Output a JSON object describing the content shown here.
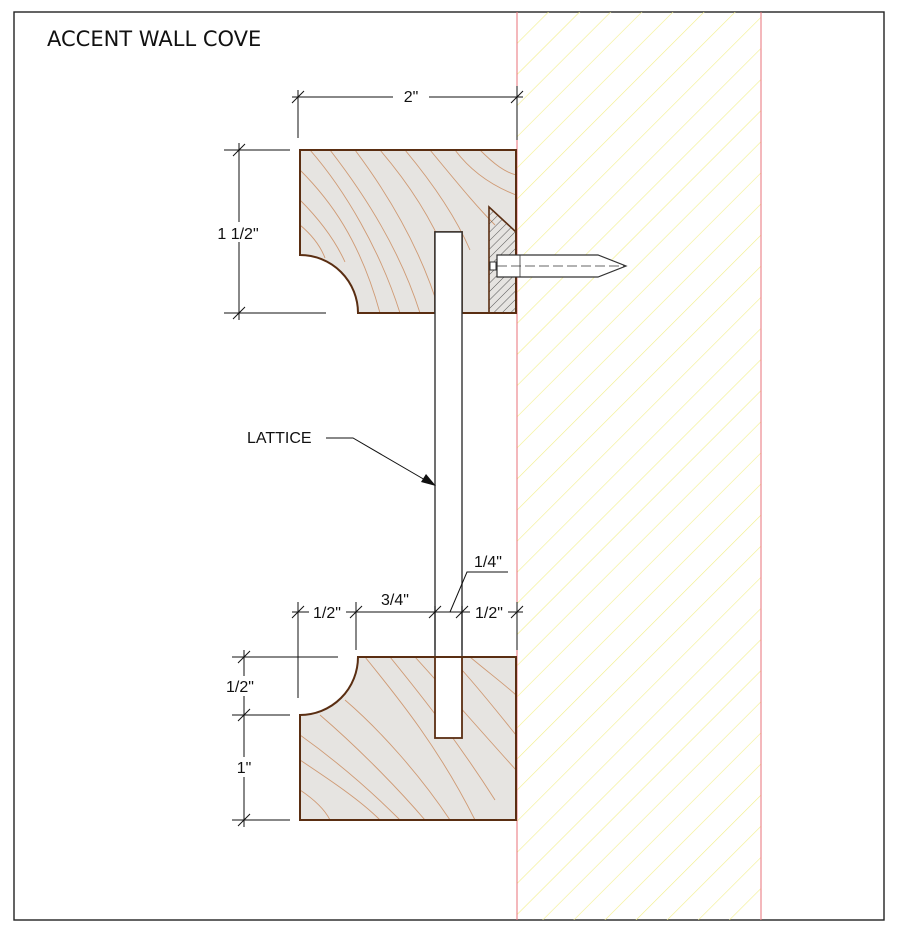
{
  "title": "ACCENT WALL COVE",
  "dimensions": {
    "top_width": "2\"",
    "top_height": "1 1/2\"",
    "lattice_thickness": "1/4\"",
    "left_offset": "1/2\"",
    "lattice_gap": "3/4\"",
    "right_offset": "1/2\"",
    "cove_height": "1/2\"",
    "base_height": "1\""
  },
  "callouts": {
    "lattice": "LATTICE"
  },
  "colors": {
    "wood_fill": "#e6e4e1",
    "wood_outline": "#5a2e12",
    "grain": "#cf9a74",
    "wall_hatch": "#f2ef8a",
    "wall_edge": "#e8707a",
    "frame": "#222222"
  },
  "icons": {
    "fastener": "nail-icon"
  }
}
